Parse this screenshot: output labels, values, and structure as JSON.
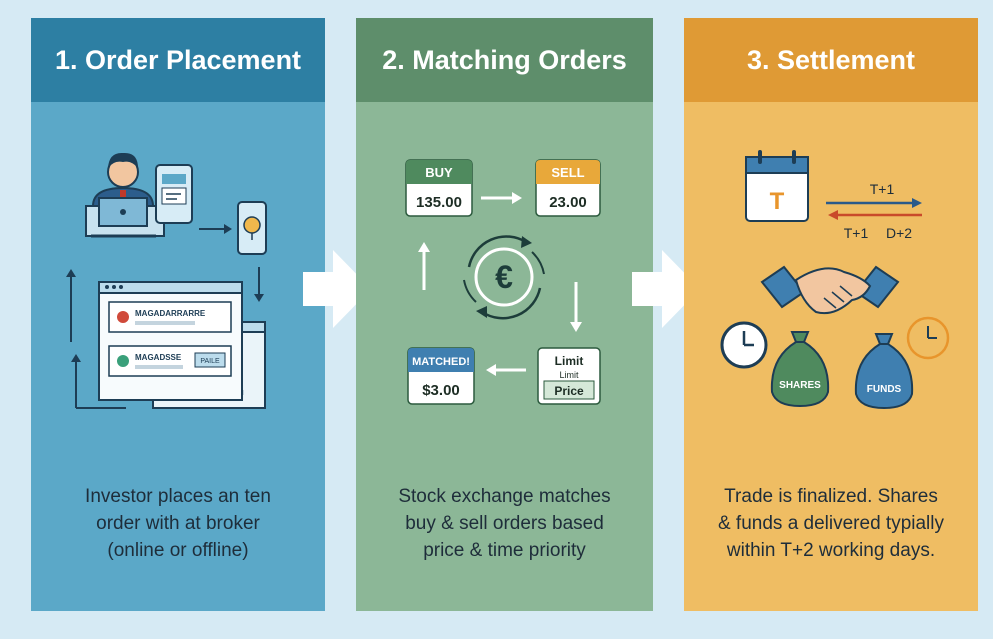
{
  "steps": [
    {
      "title": "1. Order Placement",
      "desc_lines": [
        "Investor places an ten",
        "order with at broker",
        "(online or offline)"
      ],
      "colors": {
        "header": "#2d7fa3",
        "body": "#5ba8c8"
      },
      "icons": [
        "investor-laptop-icon",
        "smartphone-icon",
        "location-phone-icon",
        "broker-window-icon"
      ],
      "form_rows": [
        "MAGADARRARRE",
        "MAGADSSE"
      ],
      "form_button": "PAILE"
    },
    {
      "title": "2. Matching Orders",
      "desc_lines": [
        "Stock exchange matches",
        "buy & sell orders based",
        "price & time priority"
      ],
      "colors": {
        "header": "#5e8e6b",
        "body": "#8cb797"
      },
      "buy": {
        "label": "BUY",
        "value": "135.00"
      },
      "sell": {
        "label": "SELL",
        "value": "23.00"
      },
      "matched": {
        "label": "MATCHED!",
        "value": "$3.00"
      },
      "limit": {
        "label": "Limit",
        "sub": "Limit",
        "price": "Price"
      },
      "center_symbol": "€"
    },
    {
      "title": "3. Settlement",
      "desc_lines": [
        "Trade is finalized. Shares",
        "& funds a delivered typially",
        "within T+2 working days."
      ],
      "colors": {
        "header": "#df9a35",
        "body": "#efbd63"
      },
      "calendar_letter": "T",
      "timeline_top": "T+1",
      "timeline_bottom_left": "T+1",
      "timeline_bottom_right": "D+2",
      "shares_label": "SHARES",
      "funds_label": "FUNDS"
    }
  ]
}
